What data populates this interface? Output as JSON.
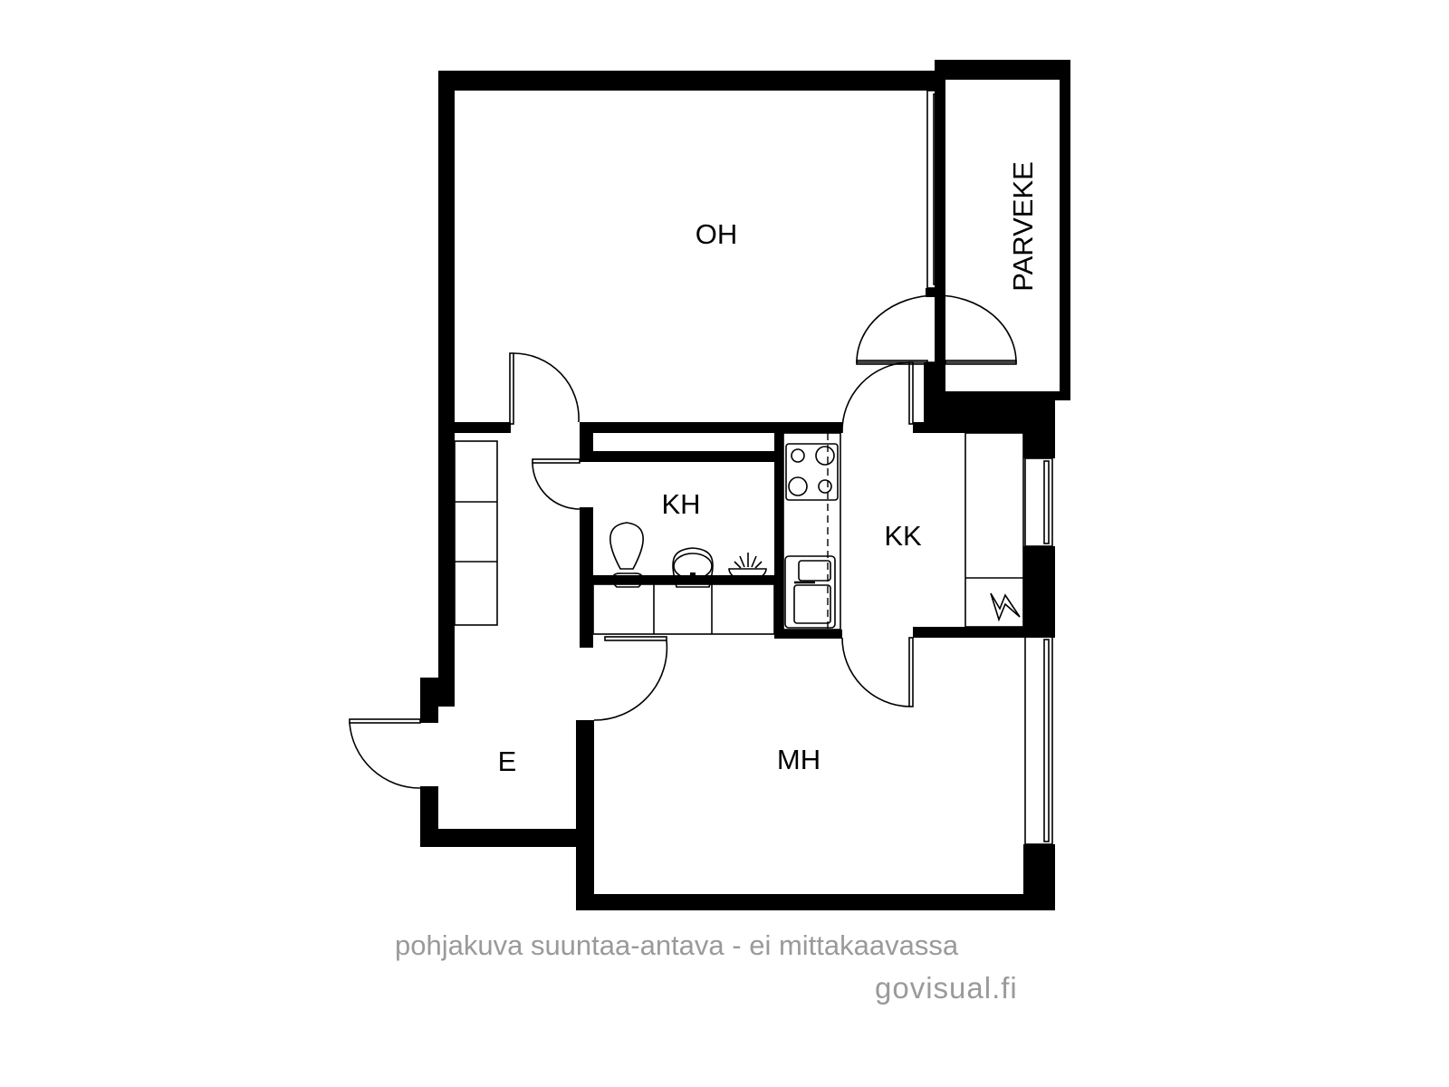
{
  "rooms": {
    "oh": "OH",
    "parveke": "PARVEKE",
    "kh": "KH",
    "kk": "KK",
    "e": "E",
    "mh": "MH"
  },
  "footer": {
    "disclaimer": "pohjakuva suuntaa-antava - ei mittakaavassa",
    "brand": "govisual.fi"
  },
  "colors": {
    "wall": "#000000",
    "footer_text": "#9a9a9a"
  }
}
